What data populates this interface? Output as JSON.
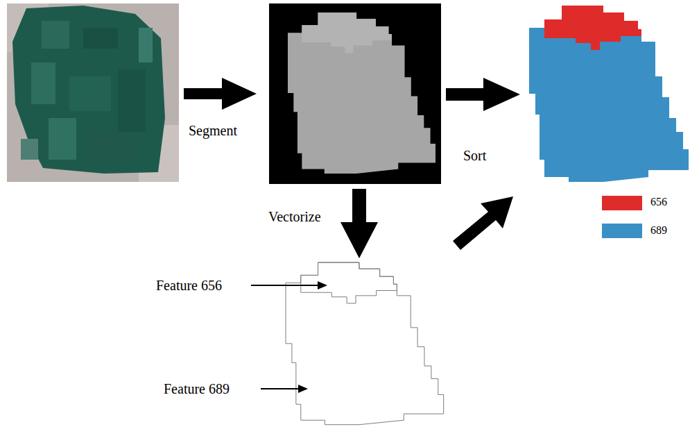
{
  "diagram": {
    "labels": [
      "Segment",
      "Sort",
      "Vectorize",
      "Feature 656",
      "Feature 689"
    ],
    "legend": [
      {
        "text": "656",
        "color": "#e02b2b"
      },
      {
        "text": "689",
        "color": "#3a8fc4"
      }
    ]
  }
}
